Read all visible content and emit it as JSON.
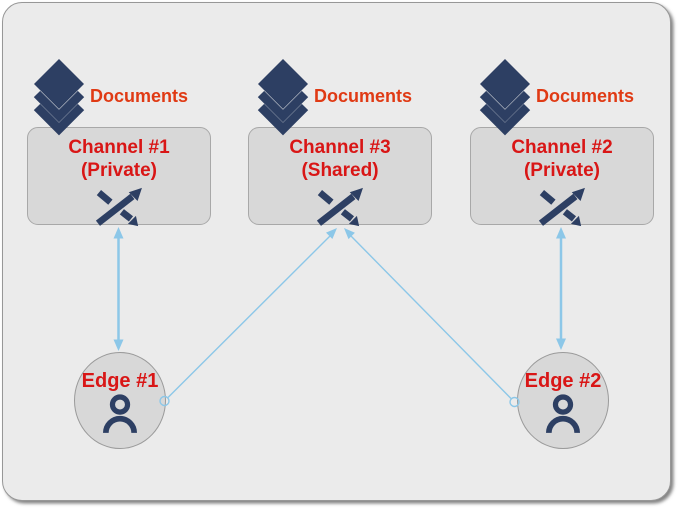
{
  "documents_label": "Documents",
  "channels": [
    {
      "title": "Channel #1",
      "subtitle": "(Private)"
    },
    {
      "title": "Channel #3",
      "subtitle": "(Shared)"
    },
    {
      "title": "Channel #2",
      "subtitle": "(Private)"
    }
  ],
  "edges": [
    {
      "label": "Edge #1"
    },
    {
      "label": "Edge #2"
    }
  ],
  "connections": [
    {
      "from": "Edge #1",
      "to": "Channel #1",
      "type": "bidirectional-arrow"
    },
    {
      "from": "Edge #1",
      "to": "Channel #3",
      "type": "arrow-with-circle-origin"
    },
    {
      "from": "Edge #2",
      "to": "Channel #3",
      "type": "arrow-with-circle-origin"
    },
    {
      "from": "Edge #2",
      "to": "Channel #2",
      "type": "bidirectional-arrow"
    }
  ],
  "colors": {
    "documents_text": "#e03a14",
    "node_text": "#d91616",
    "icon_navy": "#2d3f63",
    "arrow_blue": "#8cc7e8",
    "frame_fill": "#ebebeb",
    "frame_border": "#979797",
    "node_fill": "#d8d8d8",
    "node_border": "#a8a8a8"
  }
}
